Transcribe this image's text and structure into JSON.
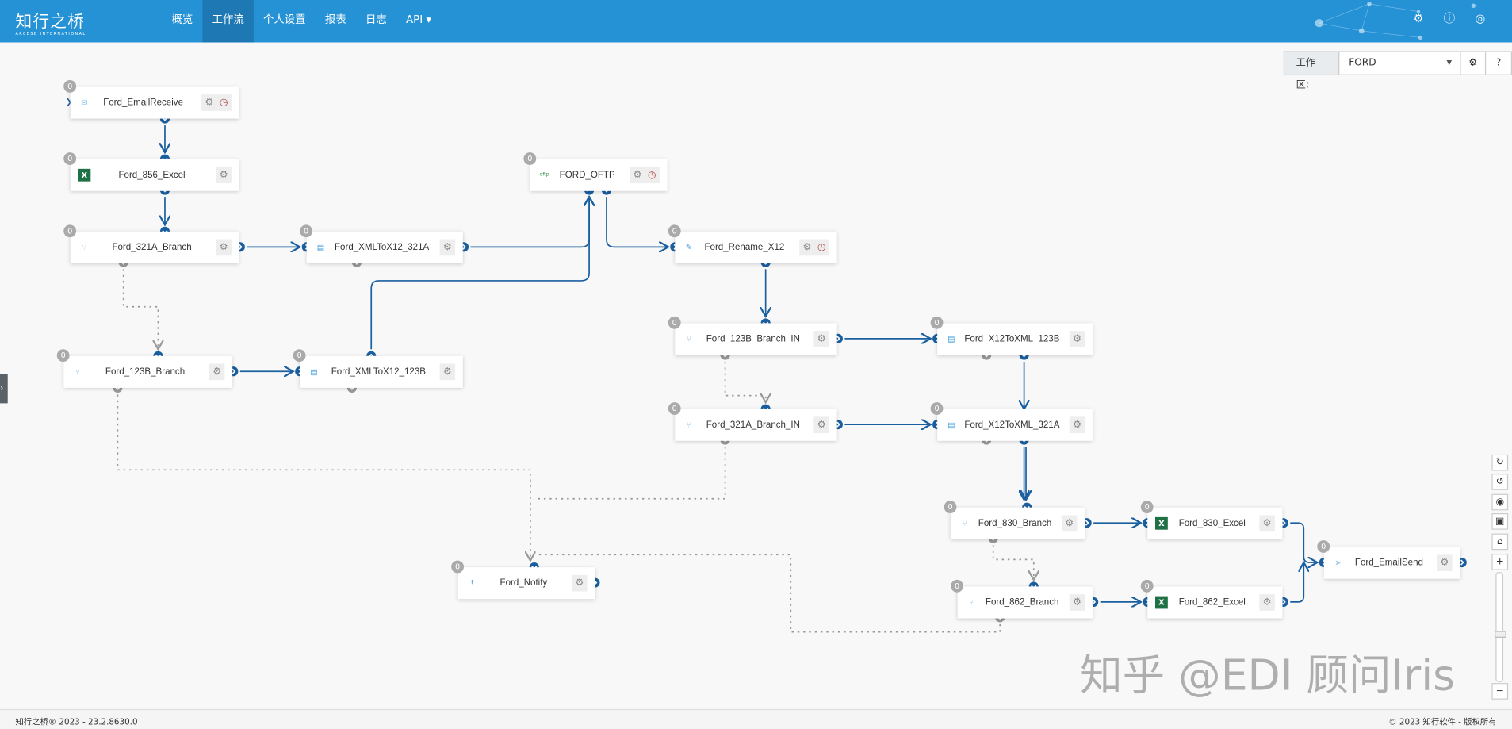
{
  "header": {
    "logo_text": "知行之桥",
    "logo_subtext": "ARCESB INTERNATIONAL",
    "nav": [
      {
        "label": "概览",
        "active": false
      },
      {
        "label": "工作流",
        "active": true
      },
      {
        "label": "个人设置",
        "active": false
      },
      {
        "label": "报表",
        "active": false
      },
      {
        "label": "日志",
        "active": false
      },
      {
        "label": "API ▾",
        "active": false
      }
    ],
    "icons": [
      "gear-icon",
      "help-icon",
      "user-icon"
    ],
    "color": "#2592d6"
  },
  "workspace": {
    "label": "工作区:",
    "value": "FORD"
  },
  "nodes": [
    {
      "label": "Ford_EmailReceive",
      "icon": "email-icon",
      "count": "0",
      "schedule": true
    },
    {
      "label": "Ford_856_Excel",
      "icon": "excel-icon",
      "count": "0",
      "schedule": false
    },
    {
      "label": "Ford_321A_Branch",
      "icon": "branch-icon",
      "count": "0",
      "schedule": false
    },
    {
      "label": "Ford_XMLToX12_321A",
      "icon": "xml-x12-icon",
      "count": "0",
      "schedule": false
    },
    {
      "label": "FORD_OFTP",
      "icon": "oftp-icon",
      "count": "0",
      "schedule": true
    },
    {
      "label": "Ford_Rename_X12",
      "icon": "rename-icon",
      "count": "0",
      "schedule": true
    },
    {
      "label": "Ford_123B_Branch",
      "icon": "branch-icon",
      "count": "0",
      "schedule": false
    },
    {
      "label": "Ford_XMLToX12_123B",
      "icon": "xml-x12-icon",
      "count": "0",
      "schedule": false
    },
    {
      "label": "Ford_123B_Branch_IN",
      "icon": "branch-icon",
      "count": "0",
      "schedule": false
    },
    {
      "label": "Ford_X12ToXML_123B",
      "icon": "x12-xml-icon",
      "count": "0",
      "schedule": false
    },
    {
      "label": "Ford_321A_Branch_IN",
      "icon": "branch-icon",
      "count": "0",
      "schedule": false
    },
    {
      "label": "Ford_X12ToXML_321A",
      "icon": "x12-xml-icon",
      "count": "0",
      "schedule": false
    },
    {
      "label": "Ford_830_Branch",
      "icon": "branch-icon",
      "count": "0",
      "schedule": false
    },
    {
      "label": "Ford_830_Excel",
      "icon": "excel-icon",
      "count": "0",
      "schedule": false
    },
    {
      "label": "Ford_EmailSend",
      "icon": "send-icon",
      "count": "0",
      "schedule": false
    },
    {
      "label": "Ford_862_Branch",
      "icon": "branch-icon",
      "count": "0",
      "schedule": false
    },
    {
      "label": "Ford_862_Excel",
      "icon": "excel-icon",
      "count": "0",
      "schedule": false
    },
    {
      "label": "Ford_Notify",
      "icon": "notify-icon",
      "count": "0",
      "schedule": false
    }
  ],
  "toolbar": [
    "redo-icon",
    "undo-icon",
    "view-icon",
    "fit-icon",
    "home-icon",
    "zoom-in-icon",
    "zoom-out-icon"
  ],
  "footer": {
    "left": "知行之桥® 2023 - 23.2.8630.0",
    "right": "© 2023 知行软件 - 版权所有"
  },
  "watermark": "知乎 @EDI 顾问Iris",
  "colors": {
    "edge": "#1a5fa0",
    "branch_edge": "#999999",
    "accent": "#2592d6"
  }
}
